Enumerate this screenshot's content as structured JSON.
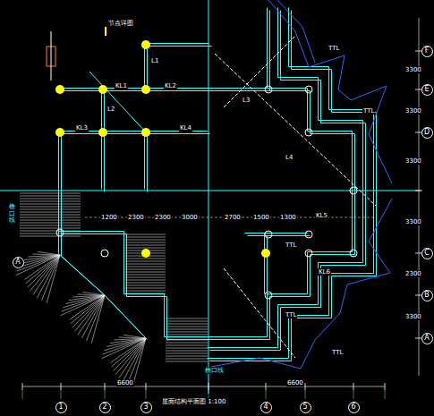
{
  "diagram": {
    "nodes": [
      {
        "text": [
          "1"
        ]
      },
      {
        "text": [
          "2"
        ]
      },
      {
        "text": [
          "3"
        ]
      },
      {
        "text": [
          "4"
        ]
      },
      {
        "text": [
          "5"
        ]
      },
      {
        "text": [
          "6"
        ]
      },
      {
        "text": [
          "F"
        ]
      },
      {
        "text": [
          "E"
        ]
      },
      {
        "text": [
          "D"
        ]
      },
      {
        "text": [
          "C"
        ]
      },
      {
        "text": [
          "B"
        ]
      },
      {
        "text": [
          "A"
        ]
      },
      {
        "text": [
          "A"
        ]
      }
    ],
    "labels": [
      "节点详图",
      "KL1",
      "KL2",
      "L1",
      "KL3",
      "L2",
      "KL4",
      "TTL",
      "TTL",
      "TTL",
      "KL5",
      "L3",
      "L4",
      "KL6",
      "TTL",
      "TTL",
      "1200",
      "2300",
      "2300",
      "3000",
      "2700",
      "1500",
      "1300",
      "3300",
      "3300",
      "3300",
      "3300",
      "2300",
      "3300",
      "6600",
      "6600",
      "檐口线",
      "檐口线",
      "屋面结构平面图 1:100"
    ]
  }
}
